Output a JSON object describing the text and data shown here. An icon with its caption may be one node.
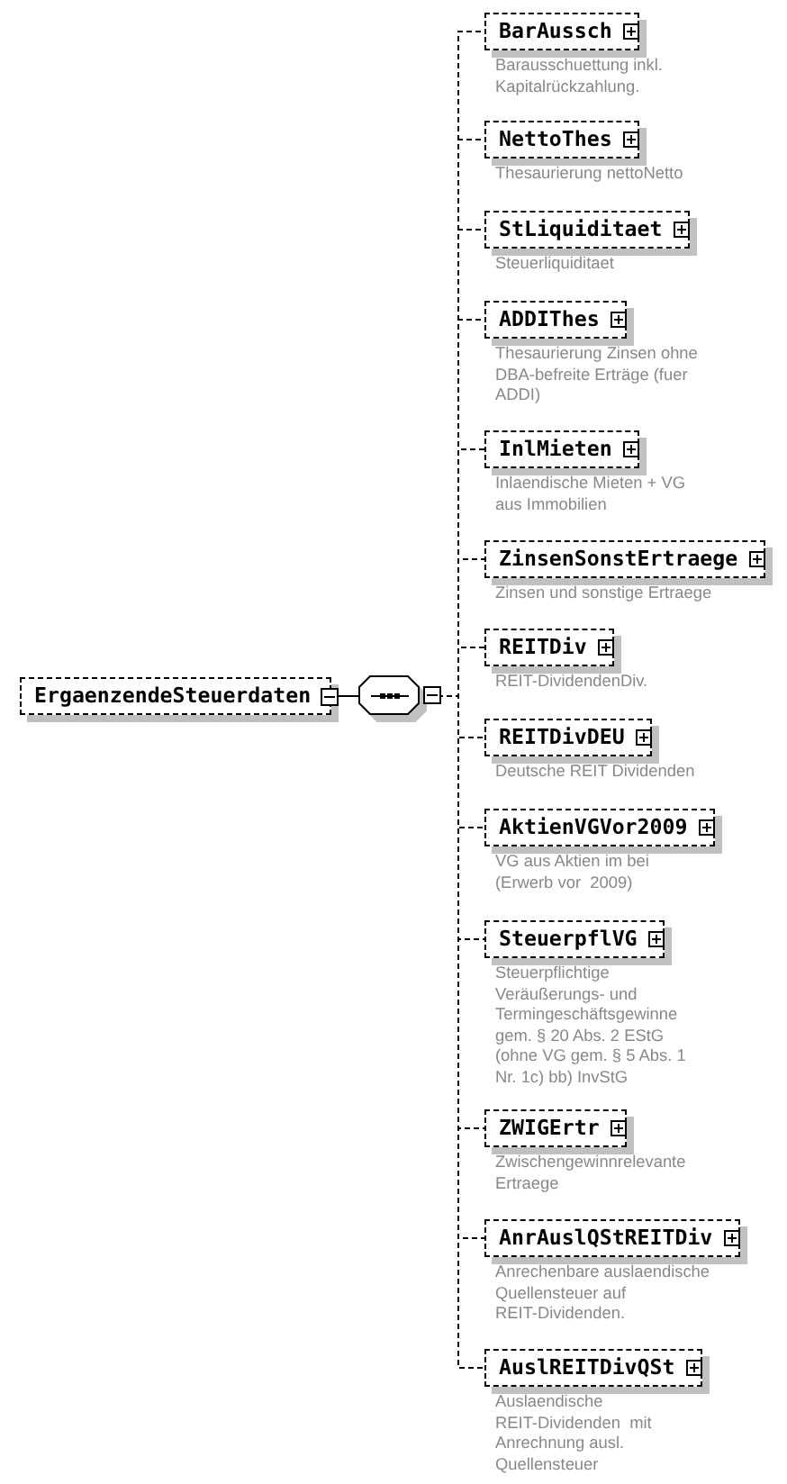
{
  "diagram": {
    "nodes": [
      {
        "text": [
          "ErgaenzendeSteuerdaten"
        ]
      },
      {
        "text": [],
        "shape": "octagon"
      },
      {
        "text": [
          "BarAussch"
        ],
        "beside": [
          "Barausschuettung inkl. Kapitalrückzahlung."
        ]
      },
      {
        "text": [
          "NettoThes"
        ],
        "beside": [
          "Thesaurierung nettoNetto"
        ]
      },
      {
        "text": [
          "StLiquiditaet"
        ],
        "beside": [
          "Steuerliquiditaet"
        ]
      },
      {
        "text": [
          "ADDIThes"
        ],
        "beside": [
          "Thesaurierung Zinsen ohne DBA-befreite Erträge (fuer ADDI)"
        ]
      },
      {
        "text": [
          "InlMieten"
        ],
        "beside": [
          "Inlaendische Mieten + VG aus Immobilien"
        ]
      },
      {
        "text": [
          "ZinsenSonstErtraege"
        ],
        "beside": [
          "Zinsen und sonstige Ertraege"
        ]
      },
      {
        "text": [
          "REITDiv"
        ],
        "beside": [
          "REIT-DividendenDiv."
        ]
      },
      {
        "text": [
          "REITDivDEU"
        ],
        "beside": [
          "Deutsche REIT Dividenden"
        ]
      },
      {
        "text": [
          "AktienVGVor2009"
        ],
        "beside": [
          "VG aus Aktien im bei (Erwerb vor  2009)"
        ]
      },
      {
        "text": [
          "SteuerpflVG"
        ],
        "beside": [
          "Steuerpflichtige Veräußerungs- und Termingeschäftsgewinne gem. § 20 Abs. 2 EStG (ohne VG gem. § 5 Abs. 1 Nr. 1c) bb) InvStG"
        ]
      },
      {
        "text": [
          "ZWIGErtr"
        ],
        "beside": [
          "Zwischengewinnrelevante Ertraege"
        ]
      },
      {
        "text": [
          "AnrAuslQStREITDiv"
        ],
        "beside": [
          "Anrechenbare auslaendische Quellensteuer auf REIT-Dividenden."
        ]
      },
      {
        "text": [
          "AuslREITDivQSt"
        ],
        "beside": [
          "Auslaendische REIT-Dividenden  mit Anrechnung ausl. Quellensteuer"
        ]
      }
    ],
    "edges": [
      {
        "from": 0,
        "to": 1,
        "arrow": "none"
      },
      {
        "from": 1,
        "to": 2,
        "arrow": "none",
        "style": "dashed"
      },
      {
        "from": 1,
        "to": 3,
        "arrow": "none",
        "style": "dashed"
      },
      {
        "from": 1,
        "to": 4,
        "arrow": "none",
        "style": "dashed"
      },
      {
        "from": 1,
        "to": 5,
        "arrow": "none",
        "style": "dashed"
      },
      {
        "from": 1,
        "to": 6,
        "arrow": "none",
        "style": "dashed"
      },
      {
        "from": 1,
        "to": 7,
        "arrow": "none",
        "style": "dashed"
      },
      {
        "from": 1,
        "to": 8,
        "arrow": "none",
        "style": "dashed"
      },
      {
        "from": 1,
        "to": 9,
        "arrow": "none",
        "style": "dashed"
      },
      {
        "from": 1,
        "to": 10,
        "arrow": "none",
        "style": "dashed"
      },
      {
        "from": 1,
        "to": 11,
        "arrow": "none",
        "style": "dashed"
      },
      {
        "from": 1,
        "to": 12,
        "arrow": "none",
        "style": "dashed"
      },
      {
        "from": 1,
        "to": 13,
        "arrow": "none",
        "style": "dashed"
      },
      {
        "from": 1,
        "to": 14,
        "arrow": "none",
        "style": "dashed"
      }
    ]
  }
}
